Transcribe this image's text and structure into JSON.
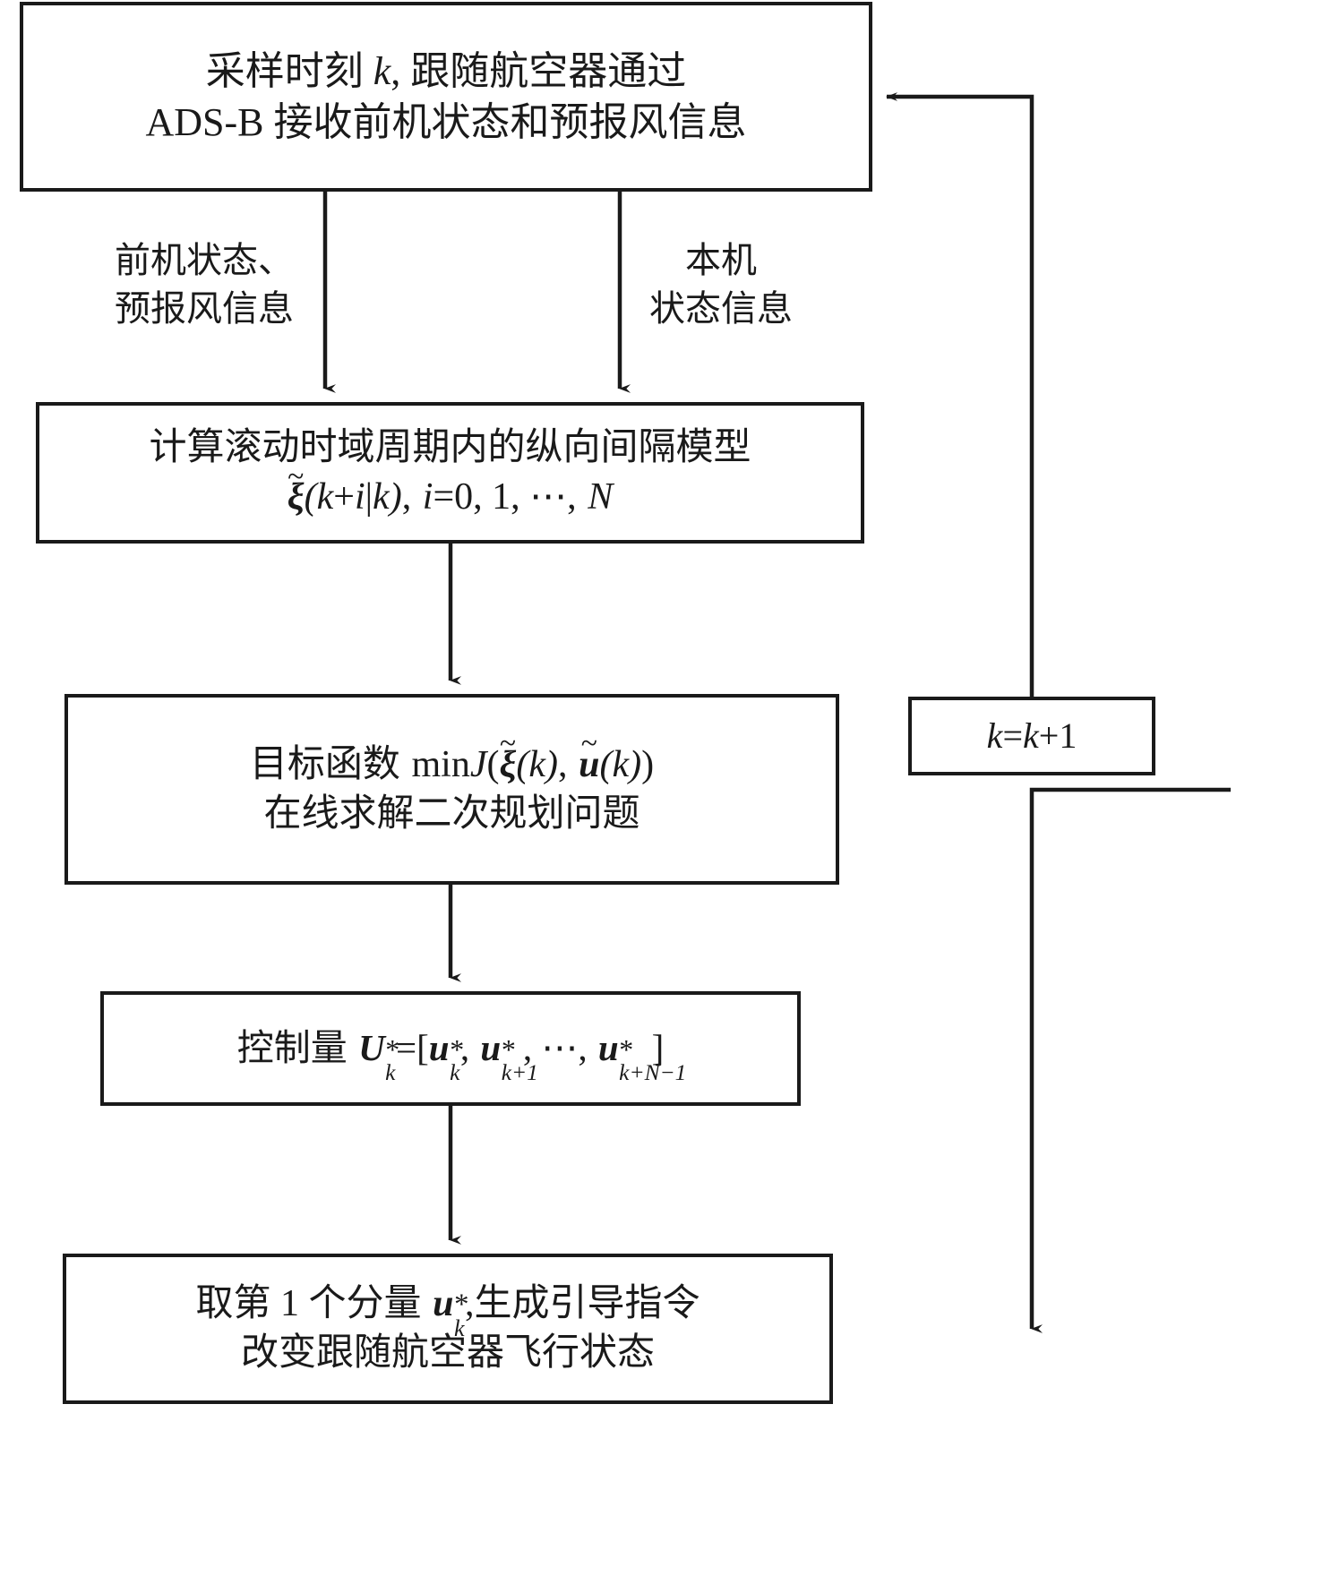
{
  "diagram": {
    "title": "跟随航空器滚动时域间隔控制流程",
    "stroke_color": "#1a1a1a",
    "background_color": "#ffffff"
  },
  "nodes": {
    "receive": {
      "id": "receive-state-block",
      "line1": "采样时刻 k, 跟随航空器通过",
      "line2": "ADS-B 接收前机状态和预报风信息"
    },
    "model": {
      "id": "longitudinal-spacing-model-block",
      "line1": "计算滚动时域周期内的纵向间隔模型",
      "line2_formula": "ξ̃(k+i|k), i=0, 1, ⋯, N",
      "formula_parts": {
        "symbol": "ξ",
        "args": "(k+i|k)",
        "index_var": "i",
        "index_values": "0, 1, ⋯, N"
      }
    },
    "objective": {
      "id": "objective-function-block",
      "line1_formula": "目标函数 minJ(ξ̃(k), ũ(k))",
      "line1_prefix": "目标函数",
      "line1_min": "min",
      "line1_J": "J",
      "line2": "在线求解二次规划问题"
    },
    "control": {
      "id": "control-sequence-block",
      "line1_formula": "控制量 U*k=[u*k, u*k+1, ⋯, u*k+N−1]",
      "prefix": "控制量",
      "vector": "U",
      "elements": [
        "u k",
        "u k+1",
        "⋯",
        "u k+N−1"
      ]
    },
    "command": {
      "id": "guidance-command-block",
      "line1": "取第 1 个分量 u*k, 生成引导指令",
      "line1_a": "取第 1 个分量",
      "line1_b": "生成引导指令",
      "line2": "改变跟随航空器飞行状态"
    },
    "increment": {
      "id": "time-increment-block",
      "text": "k=k+1",
      "lhs": "k",
      "rhs": "k+1",
      "operator": "="
    }
  },
  "edge_labels": {
    "left": {
      "line1": "前机状态、",
      "line2": "预报风信息"
    },
    "right": {
      "line1": "本机",
      "line2": "状态信息"
    }
  },
  "connectors": [
    {
      "name": "receive-to-model-left",
      "from": "receive",
      "to": "model",
      "style": "arrow-down"
    },
    {
      "name": "receive-to-model-right",
      "from": "receive",
      "to": "model",
      "style": "arrow-down"
    },
    {
      "name": "model-to-objective",
      "from": "model",
      "to": "objective",
      "style": "arrow-down"
    },
    {
      "name": "objective-to-control",
      "from": "objective",
      "to": "control",
      "style": "arrow-down"
    },
    {
      "name": "control-to-command",
      "from": "control",
      "to": "command",
      "style": "arrow-down"
    },
    {
      "name": "command-to-increment",
      "from": "command",
      "to": "increment",
      "style": "elbow-arrow-up"
    },
    {
      "name": "increment-to-receive",
      "from": "increment",
      "to": "receive",
      "style": "elbow-arrow-left"
    }
  ]
}
